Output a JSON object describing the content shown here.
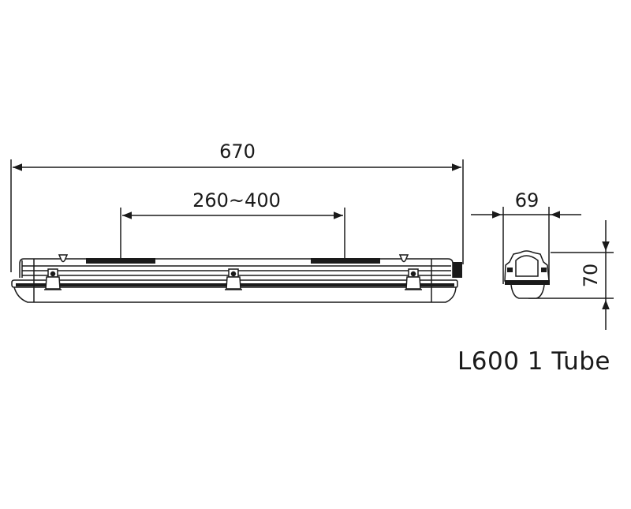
{
  "drawing": {
    "title": "L600 1 Tube",
    "dimensions": {
      "overall_length": "670",
      "mounting_spacing": "260~400",
      "width": "69",
      "height": "70"
    },
    "views": [
      "side-view",
      "end-view"
    ],
    "colors": {
      "line": "#1a1a1a",
      "background": "#ffffff"
    }
  }
}
